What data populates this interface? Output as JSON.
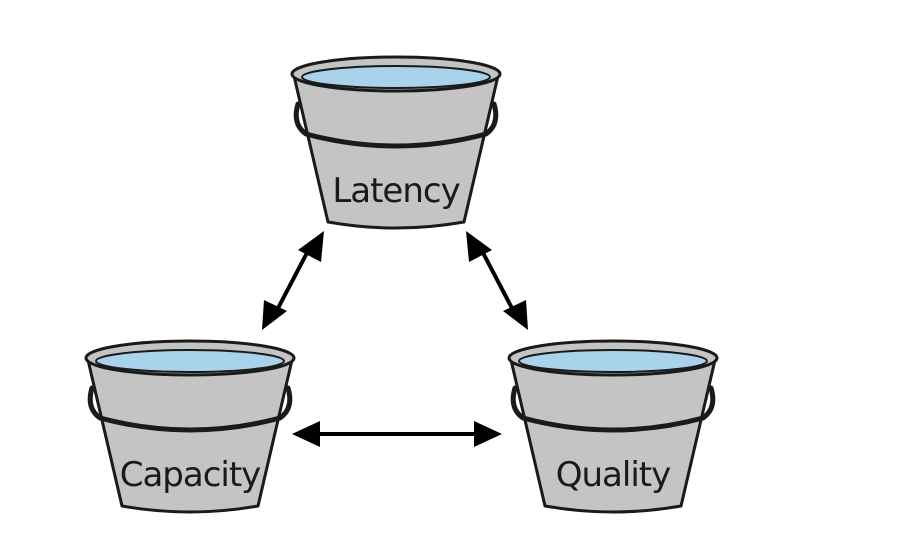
{
  "diagram": {
    "buckets": [
      {
        "id": "latency",
        "label": "Latency"
      },
      {
        "id": "capacity",
        "label": "Capacity"
      },
      {
        "id": "quality",
        "label": "Quality"
      }
    ],
    "connections": [
      {
        "from": "latency",
        "to": "capacity",
        "direction": "bidirectional"
      },
      {
        "from": "latency",
        "to": "quality",
        "direction": "bidirectional"
      },
      {
        "from": "capacity",
        "to": "quality",
        "direction": "bidirectional"
      }
    ],
    "colors": {
      "bucket_fill": "#c4c4c4",
      "water_fill": "#a8d3ea",
      "outline": "#1a1a1a",
      "arrow": "#000000"
    }
  }
}
